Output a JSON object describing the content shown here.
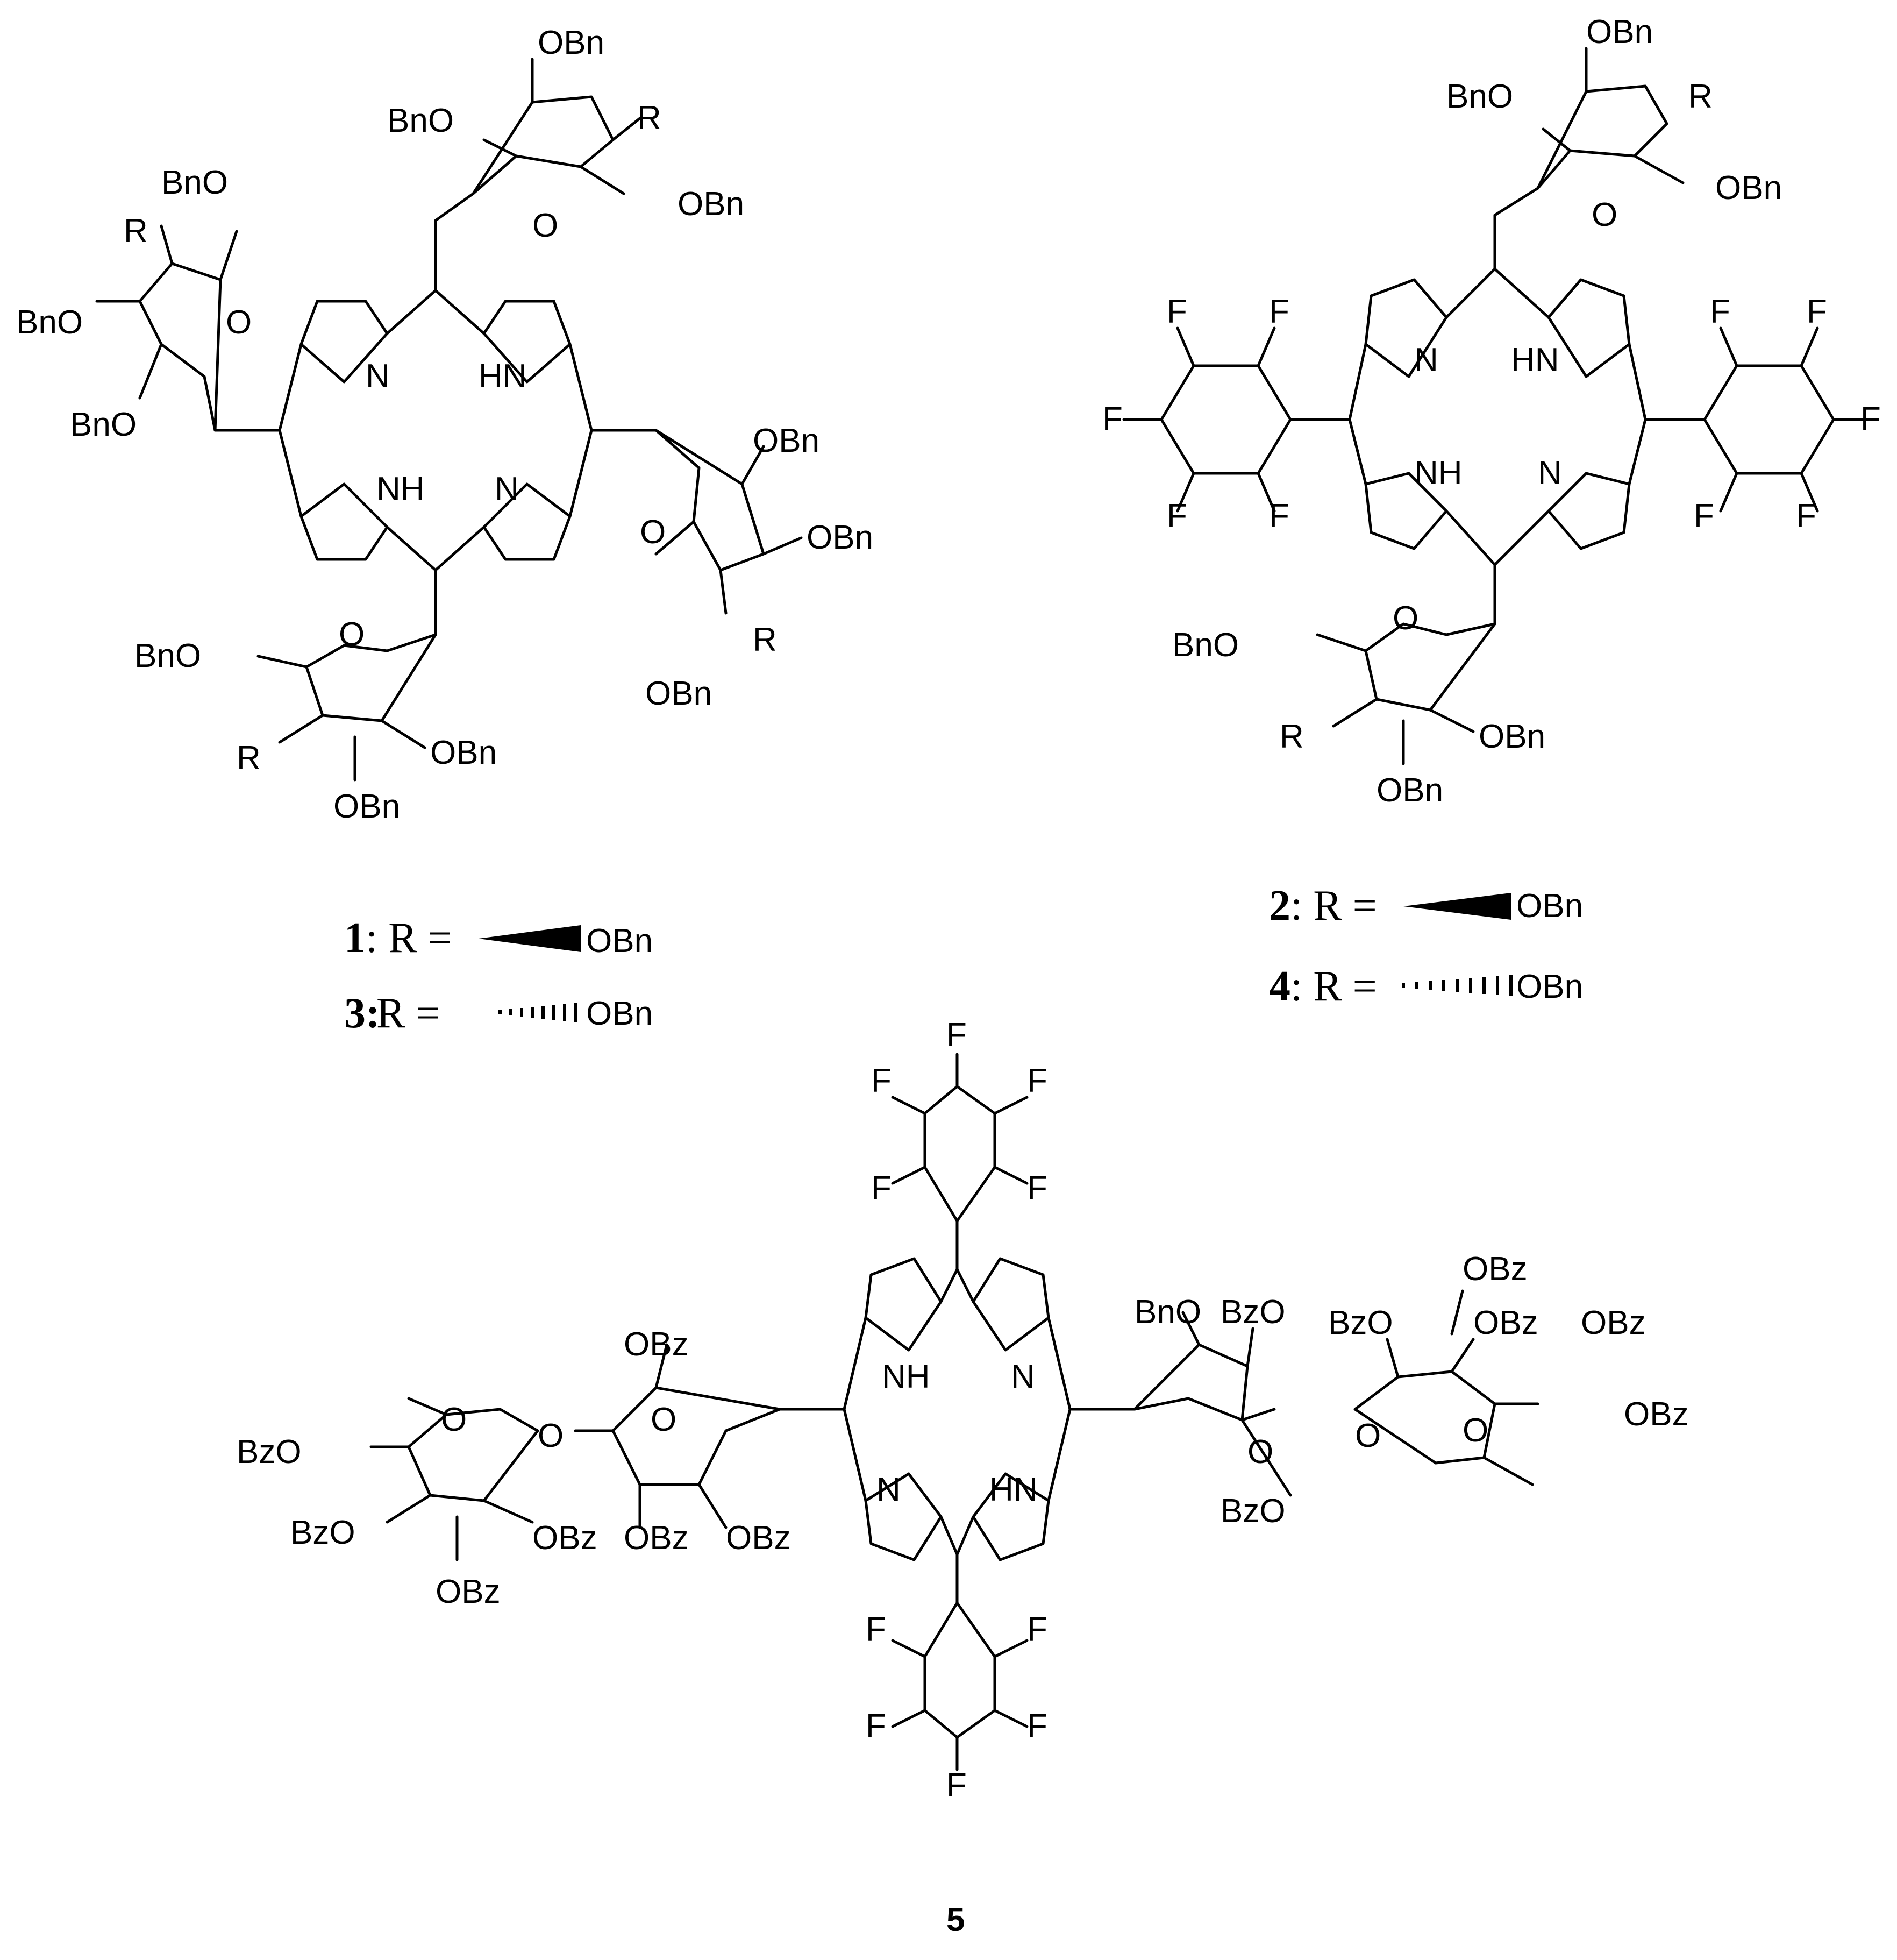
{
  "compounds": [
    {
      "id": "1-3",
      "atom_labels": [
        "OBn",
        "BnO",
        "R",
        "OBn",
        "BnO",
        "R",
        "BnO",
        "O",
        "BnO",
        "O",
        "N",
        "HN",
        "NH",
        "N",
        "OBn",
        "O",
        "OBn",
        "BnO",
        "O",
        "R",
        "OBn",
        "R",
        "OBn",
        "OBn"
      ]
    },
    {
      "id": "2-4",
      "atom_labels": [
        "OBn",
        "BnO",
        "R",
        "OBn",
        "O",
        "F",
        "F",
        "F",
        "F",
        "F",
        "N",
        "HN",
        "F",
        "F",
        "F",
        "F",
        "F",
        "NH",
        "N",
        "O",
        "BnO",
        "R",
        "OBn",
        "OBn"
      ]
    },
    {
      "id": "5",
      "atom_labels": [
        "F",
        "F",
        "F",
        "F",
        "F",
        "OBz",
        "BnO",
        "BzO",
        "OBz",
        "BzO",
        "O",
        "O",
        "O",
        "NH",
        "N",
        "O",
        "O",
        "O",
        "OBz",
        "BzO",
        "BzO",
        "OBz",
        "OBz",
        "OBz",
        "N",
        "HN",
        "BzO",
        "OBz",
        "OBz",
        "OBz",
        "F",
        "F",
        "F",
        "F",
        "F"
      ]
    }
  ],
  "captions": {
    "c1_num": "1",
    "c1_text": ": R =",
    "c1_group": "OBn",
    "c3_num": "3:",
    "c3_text": " R =",
    "c3_group": "OBn",
    "c2_num": "2",
    "c2_text": ": R =",
    "c2_group": "OBn",
    "c4_num": "4",
    "c4_text": ": R =",
    "c4_group": "OBn",
    "c5_num": "5"
  }
}
